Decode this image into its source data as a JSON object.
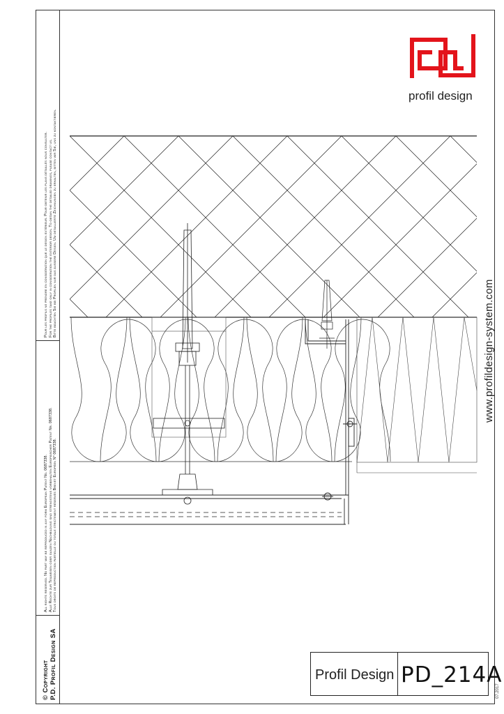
{
  "sidebar": {
    "copyright_title": "© Copyright",
    "copyright_company": "P.D. Profil Design SA",
    "rights_lines": [
      "All rights reserved. No part may be reproduced in any form European Patent No. 0687338.",
      "Alle Rechte zur Teilweisen oder ganzen Nachbildung sind strengstens vorbehalten Europäischer Patent Nr. 0687338.",
      "Tous droits de reproduction partielle ou totale strictement réservés Brevet Européen N° 0687338."
    ],
    "disclaimer_lines": [
      "Pour les profils ne prendre en considération que le design extérieur. Pour obtenir les plans détaillés nous consulter.",
      "For the profiles take only in consideration the exterior design. To obtain the detailed drawings, please contact us.",
      "Bitte beachten Sie bei Profilen nur das äussere Design. Um detaillierte Zeichnungen zu erhalten, bitten wir Sie, uns zu kontaktieren."
    ]
  },
  "logo": {
    "text": "profil design",
    "color": "#e3141b"
  },
  "website": "www.profildesign-system.com",
  "title_block": {
    "company": "Profil Design",
    "code": "PD_214A"
  },
  "date": "07.2017"
}
